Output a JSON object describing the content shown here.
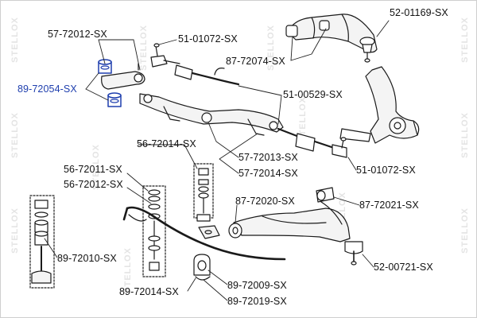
{
  "watermark": "STELLOX",
  "colors": {
    "part_lines": "#1a1a1a",
    "highlight": "#1f3fae",
    "leader": "#222222",
    "watermark": "#e4e4e4"
  },
  "callouts": [
    {
      "id": "p52_01169",
      "text": "52-01169-SX",
      "highlight": false
    },
    {
      "id": "p57_72012",
      "text": "57-72012-SX",
      "highlight": false
    },
    {
      "id": "p51_01072_top",
      "text": "51-01072-SX",
      "highlight": false
    },
    {
      "id": "p87_72074",
      "text": "87-72074-SX",
      "highlight": false
    },
    {
      "id": "p89_72054",
      "text": "89-72054-SX",
      "highlight": true
    },
    {
      "id": "p51_00529",
      "text": "51-00529-SX",
      "highlight": false
    },
    {
      "id": "p56_72014",
      "text": "56-72014-SX",
      "highlight": false
    },
    {
      "id": "p57_72013",
      "text": "57-72013-SX",
      "highlight": false
    },
    {
      "id": "p57_72014",
      "text": "57-72014-SX",
      "highlight": false
    },
    {
      "id": "p51_01072_bottom",
      "text": "51-01072-SX",
      "highlight": false
    },
    {
      "id": "p56_72011",
      "text": "56-72011-SX",
      "highlight": false
    },
    {
      "id": "p56_72012",
      "text": "56-72012-SX",
      "highlight": false
    },
    {
      "id": "p87_72020",
      "text": "87-72020-SX",
      "highlight": false
    },
    {
      "id": "p87_72021",
      "text": "87-72021-SX",
      "highlight": false
    },
    {
      "id": "p89_72010",
      "text": "89-72010-SX",
      "highlight": false
    },
    {
      "id": "p52_00721",
      "text": "52-00721-SX",
      "highlight": false
    },
    {
      "id": "p89_72009",
      "text": "89-72009-SX",
      "highlight": false
    },
    {
      "id": "p89_72014",
      "text": "89-72014-SX",
      "highlight": false
    },
    {
      "id": "p89_72019",
      "text": "89-72019-SX",
      "highlight": false
    }
  ]
}
